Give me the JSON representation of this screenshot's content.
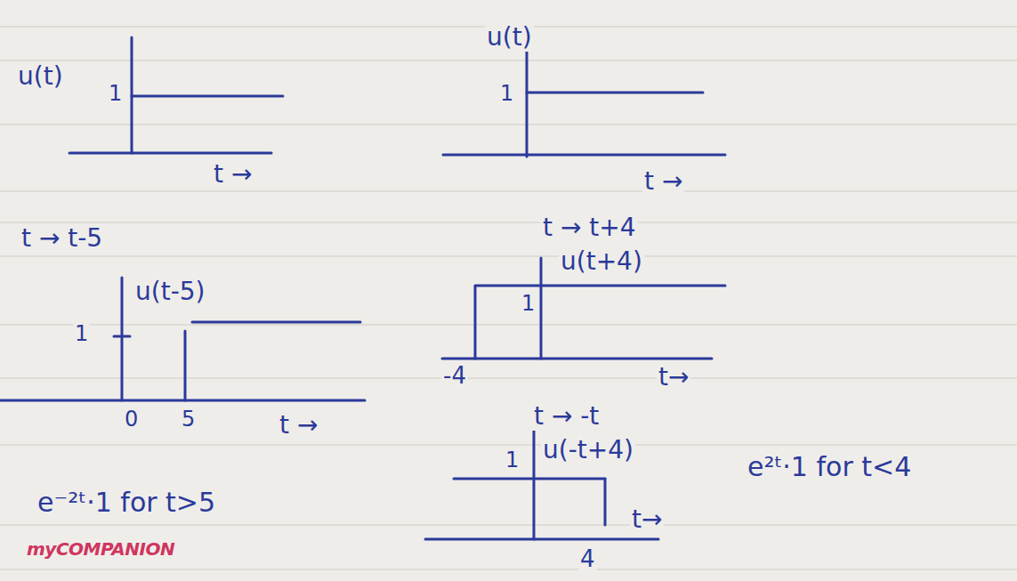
{
  "diagram": {
    "labels": [
      "u(t)",
      "1",
      "t →",
      "u(t)",
      "1",
      "t →",
      "t → t-5",
      "t → t+4",
      "u(t+4)",
      "1",
      "-4",
      "t→",
      "u(t-5)",
      "1",
      "0",
      "5",
      "t →",
      "t → -t",
      "u(-t+4)",
      "1",
      "4",
      "t→",
      "e⁻²ᵗ·1 for t>5",
      "e²ᵗ·1 for t<4",
      "myCOMPANION"
    ]
  }
}
